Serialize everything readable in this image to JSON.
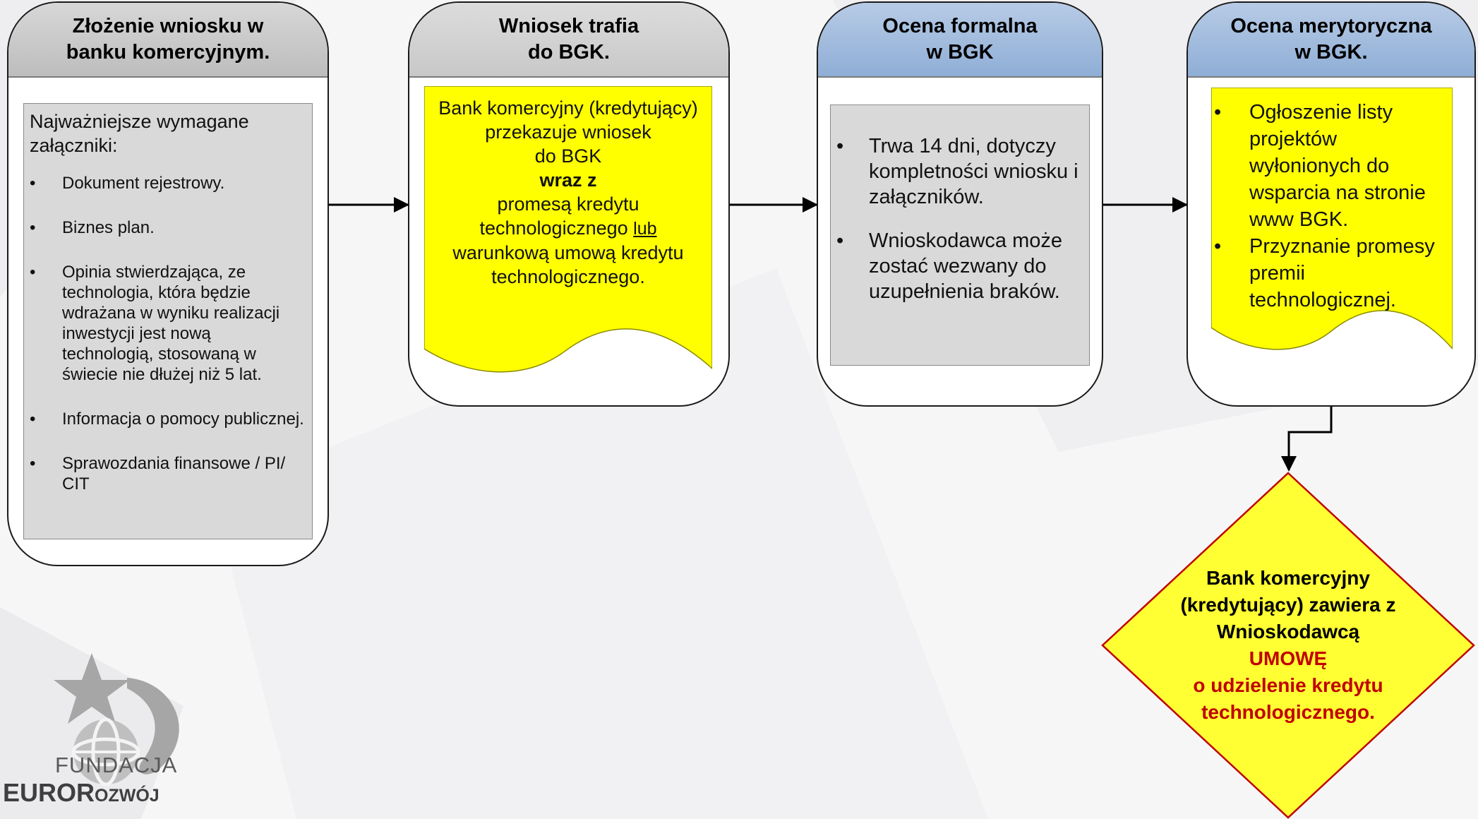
{
  "steps": [
    {
      "title": "Złożenie wniosku w\nbanku komercyjnym.",
      "intro": "Najważniejsze wymagane załączniki:",
      "items": [
        "Dokument rejestrowy.",
        "Biznes plan.",
        "Opinia stwierdzająca, ze technologia, która będzie wdrażana w wyniku realizacji inwestycji jest nową technologią, stosowaną w świecie nie dłużej niż 5 lat.",
        "Informacja o pomocy publicznej.",
        "Sprawozdania finansowe / PI/ CIT"
      ]
    },
    {
      "title": "Wniosek trafia\ndo BGK.",
      "lines": {
        "a": "Bank komercyjny (kredytujący) przekazuje wniosek",
        "b": "do BGK",
        "c": "wraz z",
        "d": "promesą kredytu technologicznego",
        "e": "lub",
        "f": "warunkową umową kredytu technologicznego."
      }
    },
    {
      "title": "Ocena formalna\nw BGK",
      "items": [
        "Trwa 14 dni, dotyczy kompletności wniosku i załączników.",
        "Wnioskodawca może zostać wezwany do uzupełnienia braków."
      ]
    },
    {
      "title": "Ocena merytoryczna\nw BGK.",
      "items": [
        "Ogłoszenie listy projektów wyłonionych do wsparcia na stronie www BGK.",
        "Przyznanie promesy premii technologicznej."
      ]
    }
  ],
  "final": {
    "line1": "Bank komercyjny (kredytujący) zawiera z Wnioskodawcą",
    "line2": "UMOWĘ",
    "line3": "o udzielenie kredytu technologicznego."
  },
  "logo": {
    "line1": "FUNDACJA",
    "line2": "EURORozwój"
  },
  "bullet_glyph": "•",
  "colors": {
    "yellow": "#ffff00",
    "gray_note": "#d9d9d9",
    "blue_header": "#9fbbe0",
    "accent_red": "#c00000"
  }
}
